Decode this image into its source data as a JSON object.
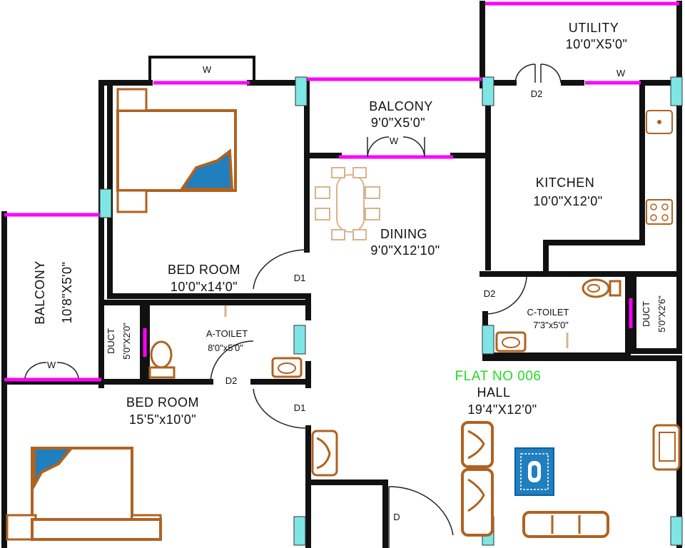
{
  "colors": {
    "wall": "#111111",
    "window": "#ff00ff",
    "column": "#7fe6e6",
    "furniture": "#b0621f",
    "blue_fill": "#1f7fbf",
    "flat_label": "#22dd22"
  },
  "rooms": {
    "utility": {
      "name": "UTILITY",
      "size": "10'0\"X5'0\""
    },
    "balcony_top": {
      "name": "BALCONY",
      "size": "9'0\"X5'0\""
    },
    "kitchen": {
      "name": "KITCHEN",
      "size": "10'0\"X12'0\""
    },
    "dining": {
      "name": "DINING",
      "size": "9'0\"X12'10\""
    },
    "bedroom_top": {
      "name": "BED ROOM",
      "size": "10'0\"x14'0\""
    },
    "balcony_left": {
      "name": "BALCONY",
      "size": "10'8\"X5'0\""
    },
    "duct_left": {
      "name": "DUCT",
      "size": "5'0\"X2'0\""
    },
    "a_toilet": {
      "name": "A-TOILET",
      "size": "8'0\"x5'0\""
    },
    "c_toilet": {
      "name": "C-TOILET",
      "size": "7'3\"x5'0\""
    },
    "duct_right": {
      "name": "DUCT",
      "size": "5'0\"X2'6\""
    },
    "bedroom_bottom": {
      "name": "BED ROOM",
      "size": "15'5\"x10'0\""
    },
    "hall": {
      "name": "HALL",
      "size": "19'4\"X12'0\""
    }
  },
  "flat_label": "FLAT NO 006",
  "openings": {
    "window": "W",
    "door_d": "D",
    "door_d1": "D1",
    "door_d2": "D2"
  },
  "icons": [
    "double-bed-icon",
    "dining-table-icon",
    "sofa-icon",
    "armchair-icon",
    "center-table-icon",
    "toilet-icon",
    "washbasin-icon",
    "kitchen-sink-icon",
    "gas-stove-icon",
    "tap-icon"
  ]
}
